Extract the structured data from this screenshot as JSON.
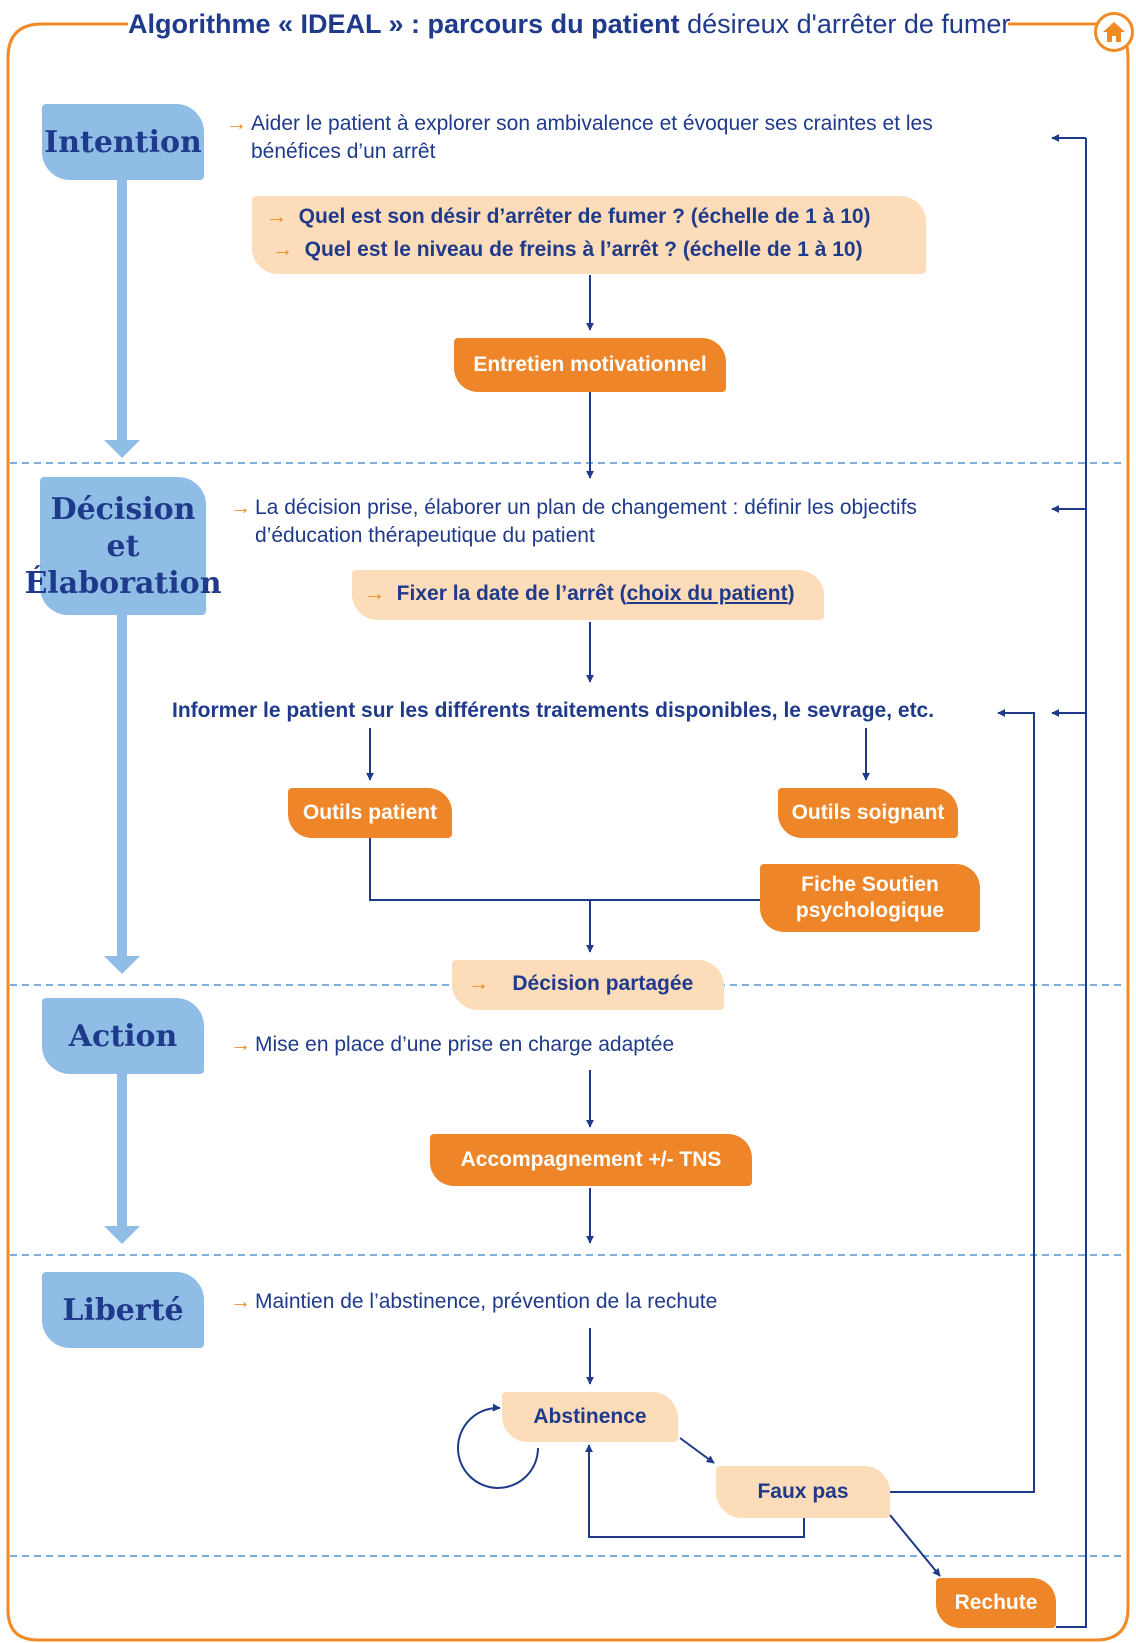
{
  "title": {
    "bold": "Algorithme « IDEAL » : parcours du patient",
    "rest": "désireux d'arrêter de fumer"
  },
  "icons": {
    "home": "home-icon"
  },
  "colors": {
    "blue": "#1f3a8a",
    "stage_blue": "#8fbde6",
    "orange": "#ee8528",
    "peach": "#fcdcb9"
  },
  "stages": {
    "intention": "Intention",
    "decision_1": "Décision",
    "decision_2": "et",
    "decision_3": "Élaboration",
    "action": "Action",
    "liberte": "Liberté"
  },
  "intention": {
    "text_1": "Aider le patient à explorer son ambivalence et évoquer ses craintes et les",
    "text_2": "bénéfices d’un arrêt",
    "q1": "Quel est son désir d’arrêter de fumer ? (échelle de 1 à 10)",
    "q2": "Quel est le niveau de freins à l’arrêt ? (échelle de 1 à 10)",
    "entretien": "Entretien motivationnel"
  },
  "decision": {
    "text_1": "La décision prise, élaborer un plan de changement : définir les objectifs",
    "text_2": "d’éducation thérapeutique du patient",
    "fixer_a": "Fixer la date de l’arrêt (",
    "fixer_link": "choix du patient",
    "fixer_b": ")",
    "informer": "Informer le patient sur les différents traitements disponibles, le sevrage, etc.",
    "outils_patient": "Outils patient",
    "outils_soignant": "Outils soignant",
    "fiche_1": "Fiche Soutien",
    "fiche_2": "psychologique",
    "partagee": "Décision partagée"
  },
  "action": {
    "text": "Mise en place d’une prise en charge adaptée",
    "accompagnement": "Accompagnement +/- TNS"
  },
  "liberte": {
    "text": "Maintien de l’abstinence, prévention de la rechute",
    "abstinence": "Abstinence",
    "faux_pas": "Faux pas",
    "rechute": "Rechute"
  }
}
